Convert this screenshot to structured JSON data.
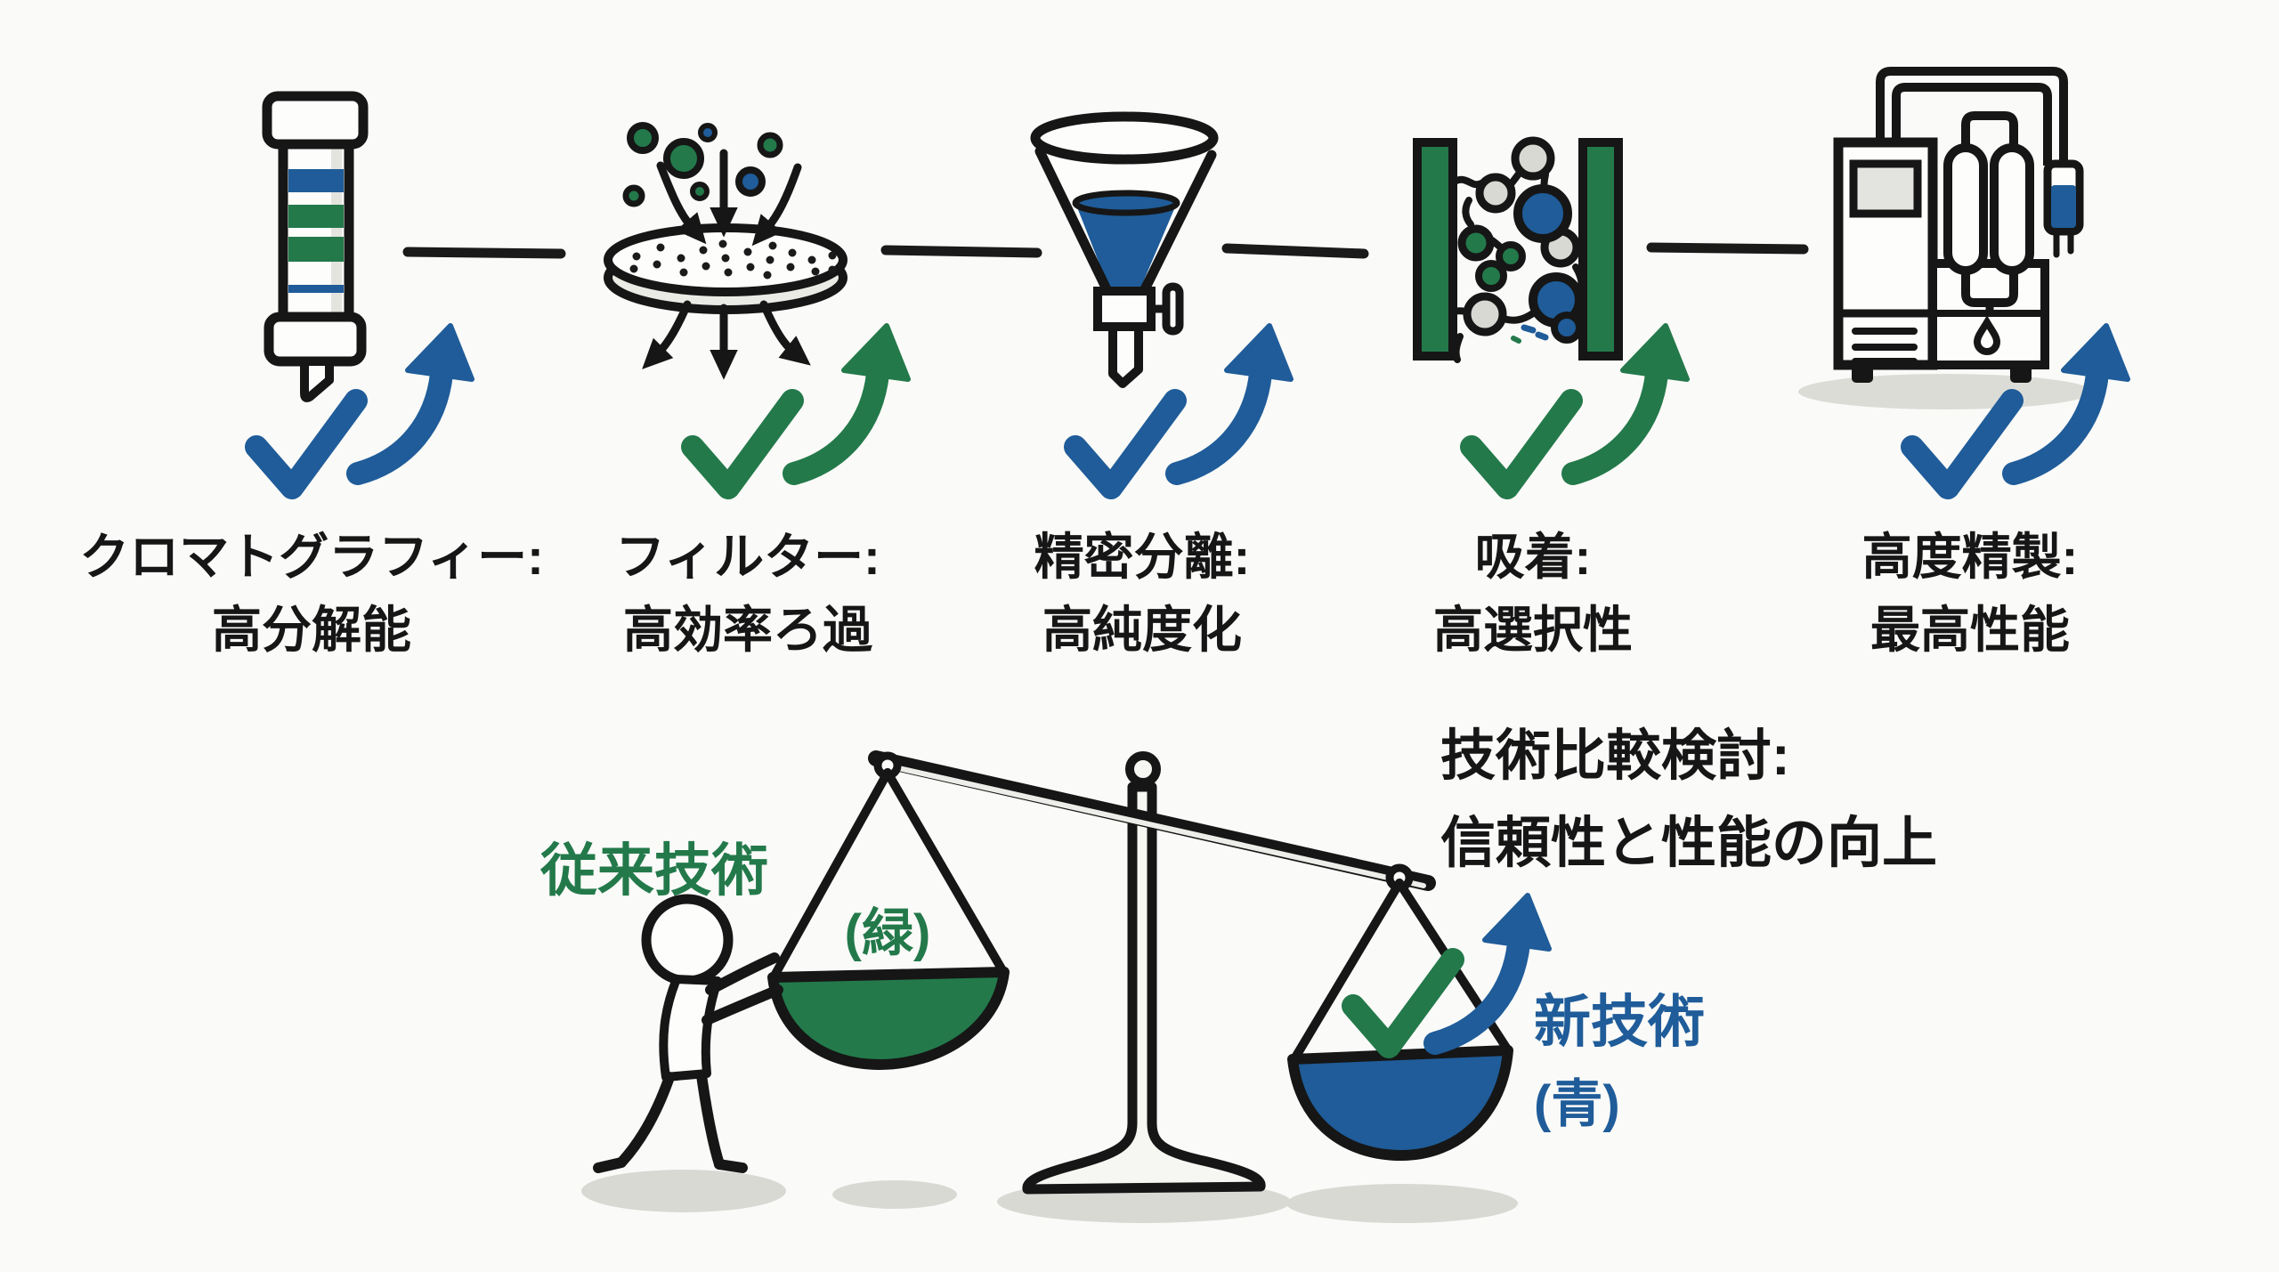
{
  "palette": {
    "blue": "#1f5c99",
    "green": "#23794a",
    "ink": "#161616",
    "paper": "#fafaf8",
    "shadow": "#d9d9d4"
  },
  "steps": [
    {
      "icon": "chromatography-column-icon",
      "accent": "blue",
      "line1": "クロマトグラフィー:",
      "line2": "高分解能"
    },
    {
      "icon": "filter-disc-icon",
      "accent": "green",
      "line1": "フィルター:",
      "line2": "高効率ろ過"
    },
    {
      "icon": "separating-funnel-icon",
      "accent": "blue",
      "line1": "精密分離:",
      "line2": "高純度化"
    },
    {
      "icon": "adsorption-membrane-icon",
      "accent": "green",
      "line1": "吸着:",
      "line2": "高選択性"
    },
    {
      "icon": "purification-system-icon",
      "accent": "blue",
      "line1": "高度精製:",
      "line2": "最高性能"
    }
  ],
  "comparison": {
    "heading1": "技術比較検討:",
    "heading2": "信頼性と性能の向上",
    "left": {
      "label": "従来技術",
      "sub": "(緑)",
      "color": "green"
    },
    "right": {
      "label": "新技術",
      "sub": "(青)",
      "color": "blue"
    }
  }
}
